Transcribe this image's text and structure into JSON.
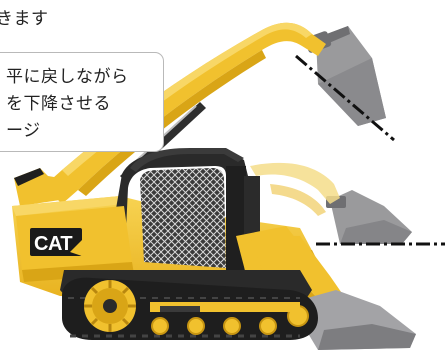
{
  "text": {
    "top_caption": "きます",
    "callout_lines": [
      "平に戻しながら",
      "を下降させる",
      "ージ"
    ]
  },
  "logo": {
    "brand_text": "CAT"
  },
  "colors": {
    "body_yellow": "#f1c12e",
    "body_yellow_dark": "#d9a516",
    "body_yellow_light": "#f8d766",
    "ghost_yellow": "#f5dd8a",
    "bucket_gray": "#9a9a9c",
    "bucket_gray_dark": "#6f6f72",
    "track_black": "#1e1e1e",
    "cab_dark": "#2a2a2a",
    "guide_line": "#111111",
    "callout_border": "#b9b9b9"
  },
  "icons": {
    "machine": "compact-track-loader-illustration",
    "guide_lines": "dash-dot-angle-lines"
  }
}
